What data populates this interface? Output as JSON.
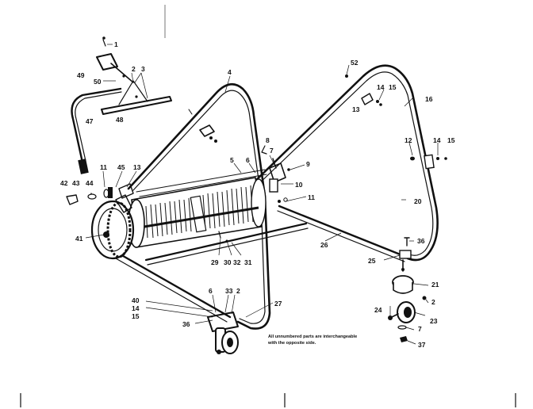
{
  "note": {
    "line1": "All unnumbered parts are interchangeable",
    "line2": "with the opposite side."
  },
  "callouts": [
    {
      "id": "c1",
      "text": "1"
    },
    {
      "id": "c2",
      "text": "2"
    },
    {
      "id": "c3",
      "text": "3"
    },
    {
      "id": "c49",
      "text": "49"
    },
    {
      "id": "c50",
      "text": "50"
    },
    {
      "id": "c47",
      "text": "47"
    },
    {
      "id": "c48",
      "text": "48"
    },
    {
      "id": "c4a",
      "text": "4"
    },
    {
      "id": "c52",
      "text": "52"
    },
    {
      "id": "c14a",
      "text": "14"
    },
    {
      "id": "c15a",
      "text": "15"
    },
    {
      "id": "c13a",
      "text": "13"
    },
    {
      "id": "c16",
      "text": "16"
    },
    {
      "id": "c12",
      "text": "12"
    },
    {
      "id": "c14b",
      "text": "14"
    },
    {
      "id": "c15b",
      "text": "15"
    },
    {
      "id": "c8",
      "text": "8"
    },
    {
      "id": "c7a",
      "text": "7"
    },
    {
      "id": "c9",
      "text": "9"
    },
    {
      "id": "c10",
      "text": "10"
    },
    {
      "id": "c11b",
      "text": "11"
    },
    {
      "id": "c5",
      "text": "5"
    },
    {
      "id": "c6a",
      "text": "6"
    },
    {
      "id": "c20",
      "text": "20"
    },
    {
      "id": "c11a",
      "text": "11"
    },
    {
      "id": "c45",
      "text": "45"
    },
    {
      "id": "c13b",
      "text": "13"
    },
    {
      "id": "c42",
      "text": "42"
    },
    {
      "id": "c43",
      "text": "43"
    },
    {
      "id": "c44",
      "text": "44"
    },
    {
      "id": "c41",
      "text": "41"
    },
    {
      "id": "c29",
      "text": "29"
    },
    {
      "id": "c30",
      "text": "30"
    },
    {
      "id": "c32",
      "text": "32"
    },
    {
      "id": "c31",
      "text": "31"
    },
    {
      "id": "c26",
      "text": "26"
    },
    {
      "id": "c36a",
      "text": "36"
    },
    {
      "id": "c25",
      "text": "25"
    },
    {
      "id": "c21",
      "text": "21"
    },
    {
      "id": "c2b",
      "text": "2"
    },
    {
      "id": "c23",
      "text": "23"
    },
    {
      "id": "c24",
      "text": "24"
    },
    {
      "id": "c7b",
      "text": "7"
    },
    {
      "id": "c37",
      "text": "37"
    },
    {
      "id": "c40",
      "text": "40"
    },
    {
      "id": "c14c",
      "text": "14"
    },
    {
      "id": "c15c",
      "text": "15"
    },
    {
      "id": "c6b",
      "text": "6"
    },
    {
      "id": "c33",
      "text": "33"
    },
    {
      "id": "c2c",
      "text": "2"
    },
    {
      "id": "c27",
      "text": "27"
    },
    {
      "id": "c36b",
      "text": "36"
    }
  ]
}
